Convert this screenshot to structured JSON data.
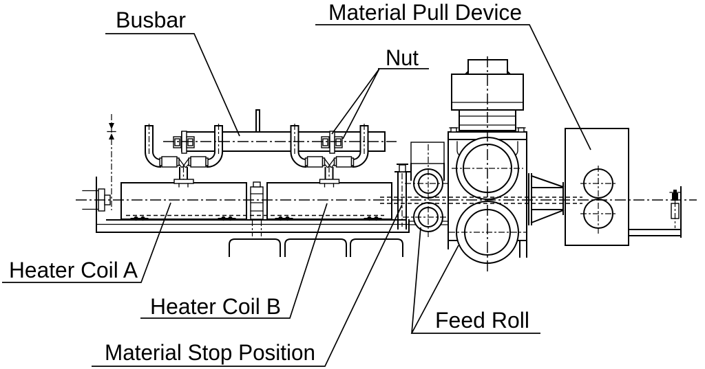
{
  "diagram": {
    "colors": {
      "background": "#ffffff",
      "line": "#000000"
    },
    "labels": {
      "busbar": "Busbar",
      "nut": "Nut",
      "material_pull_device": "Material Pull Device",
      "heater_coil_a": "Heater Coil A",
      "heater_coil_b": "Heater Coil B",
      "material_stop_position": "Material Stop Position",
      "feed_roll": "Feed Roll"
    }
  }
}
